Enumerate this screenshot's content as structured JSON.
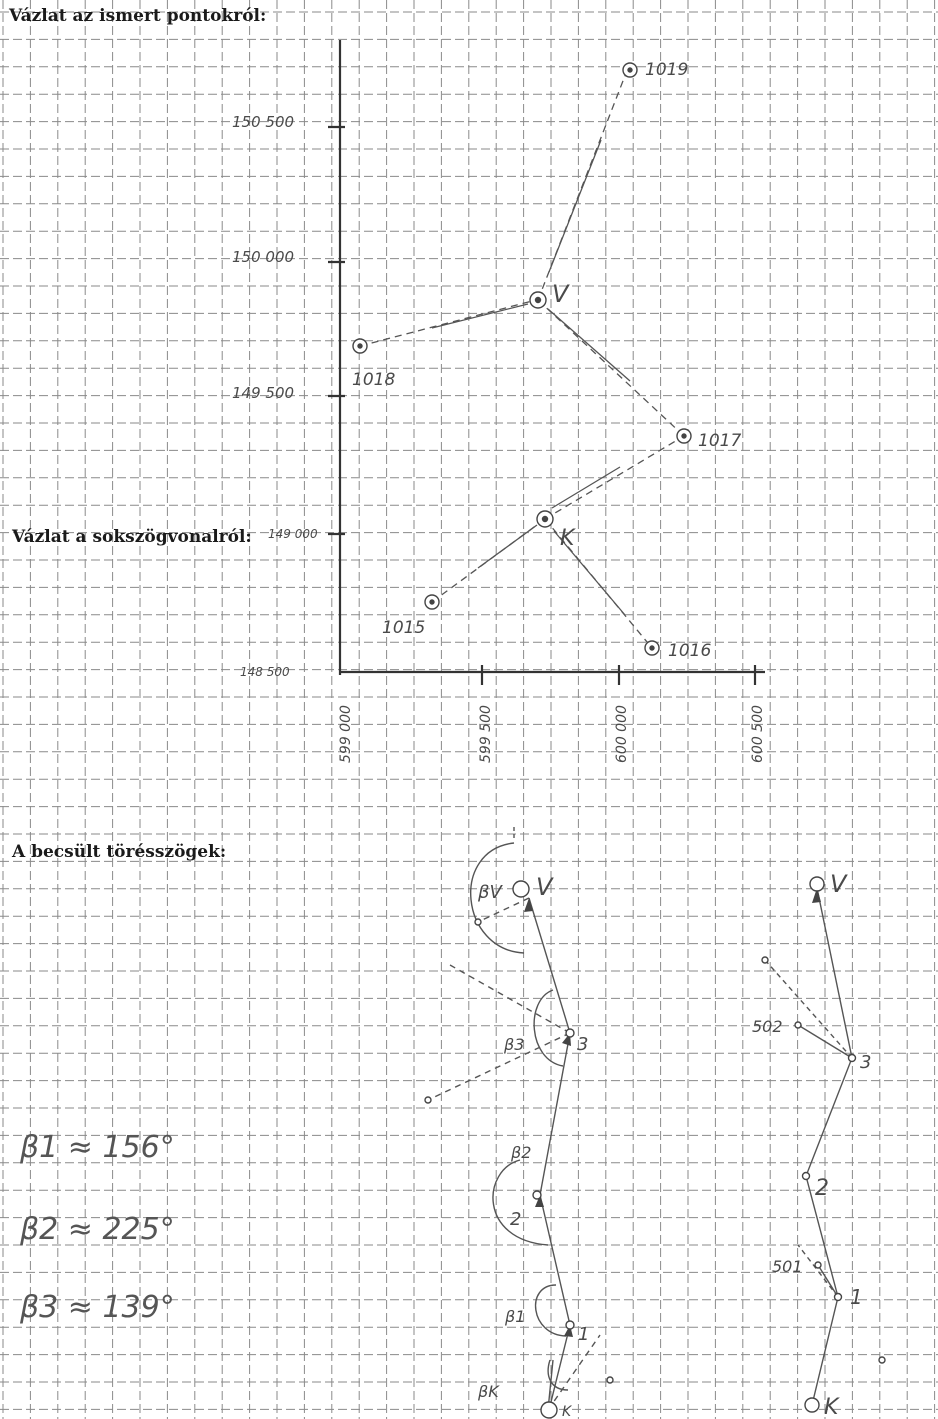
{
  "headings": {
    "known_points": "Vázlat az ismert pontokról:",
    "traverse": "Vázlat a sokszögvonalról:",
    "angles": "A becsült törésszögek:"
  },
  "axes": {
    "y_ticks": [
      "150 500",
      "150 000",
      "149 500",
      "149 000",
      "148 500"
    ],
    "x_ticks": [
      "599 000",
      "599 500",
      "600 000",
      "600 500"
    ]
  },
  "points": {
    "p1019": "1019",
    "pV": "V",
    "p1018": "1018",
    "p1017": "1017",
    "pK": "K",
    "p1015": "1015",
    "p1016": "1016"
  },
  "traverse_labels": {
    "bV": "βV",
    "V": "V",
    "b3": "β3",
    "n3": "3",
    "b2": "β2",
    "n2": "2",
    "b1": "β1",
    "n1": "1",
    "bK": "βK",
    "K": "K"
  },
  "side_sketch": {
    "V": "V",
    "p502": "502",
    "n3": "3",
    "n2": "2",
    "p501": "501",
    "n1": "1",
    "K": "K"
  },
  "angles": [
    {
      "symbol": "β1",
      "value": "≈ 156°"
    },
    {
      "symbol": "β2",
      "value": "≈ 225°"
    },
    {
      "symbol": "β3",
      "value": "≈ 139°"
    }
  ]
}
